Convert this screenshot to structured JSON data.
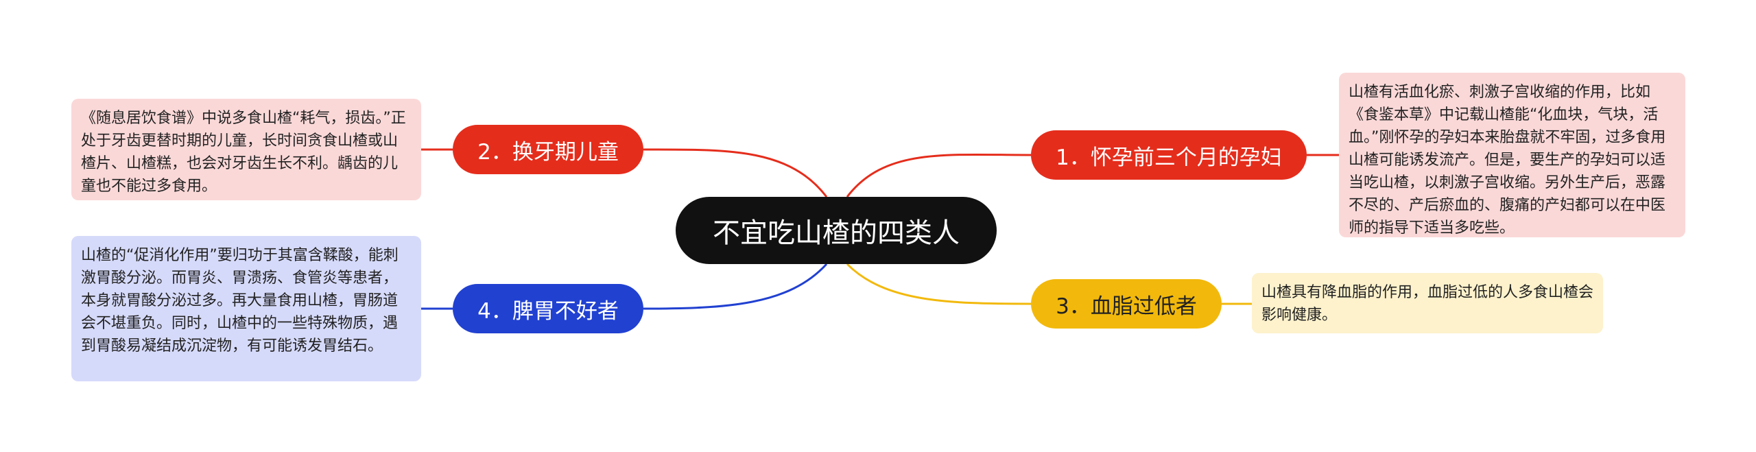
{
  "center": {
    "title": "不宜吃山楂的四类人"
  },
  "branches": [
    {
      "label": "1．怀孕前三个月的孕妇",
      "note": "山楂有活血化瘀、刺激子宫收缩的作用，比如《食鉴本草》中记载山楂能“化血块，气块，活血。”刚怀孕的孕妇本来胎盘就不牢固，过多食用山楂可能诱发流产。但是，要生产的孕妇可以适当吃山楂，以刺激子宫收缩。另外生产后，恶露不尽的、产后瘀血的、腹痛的产妇都可以在中医师的指导下适当多吃些。",
      "color": "#e52d1c"
    },
    {
      "label": "2．换牙期儿童",
      "note": "《随息居饮食谱》中说多食山楂“耗气，损齿。”正处于牙齿更替时期的儿童，长时间贪食山楂或山楂片、山楂糕，也会对牙齿生长不利。龋齿的儿童也不能过多食用。",
      "color": "#e52d1c"
    },
    {
      "label": "3．血脂过低者",
      "note": "山楂具有降血脂的作用，血脂过低的人多食山楂会影响健康。",
      "color": "#f2b90c"
    },
    {
      "label": "4．脾胃不好者",
      "note": "山楂的“促消化作用”要归功于其富含鞣酸，能刺激胃酸分泌。而胃炎、胃溃疡、食管炎等患者，本身就胃酸分泌过多。再大量食用山楂，胃肠道会不堪重负。同时，山楂中的一些特殊物质，遇到胃酸易凝结成沉淀物，有可能诱发胃结石。",
      "color": "#2141d1"
    }
  ]
}
